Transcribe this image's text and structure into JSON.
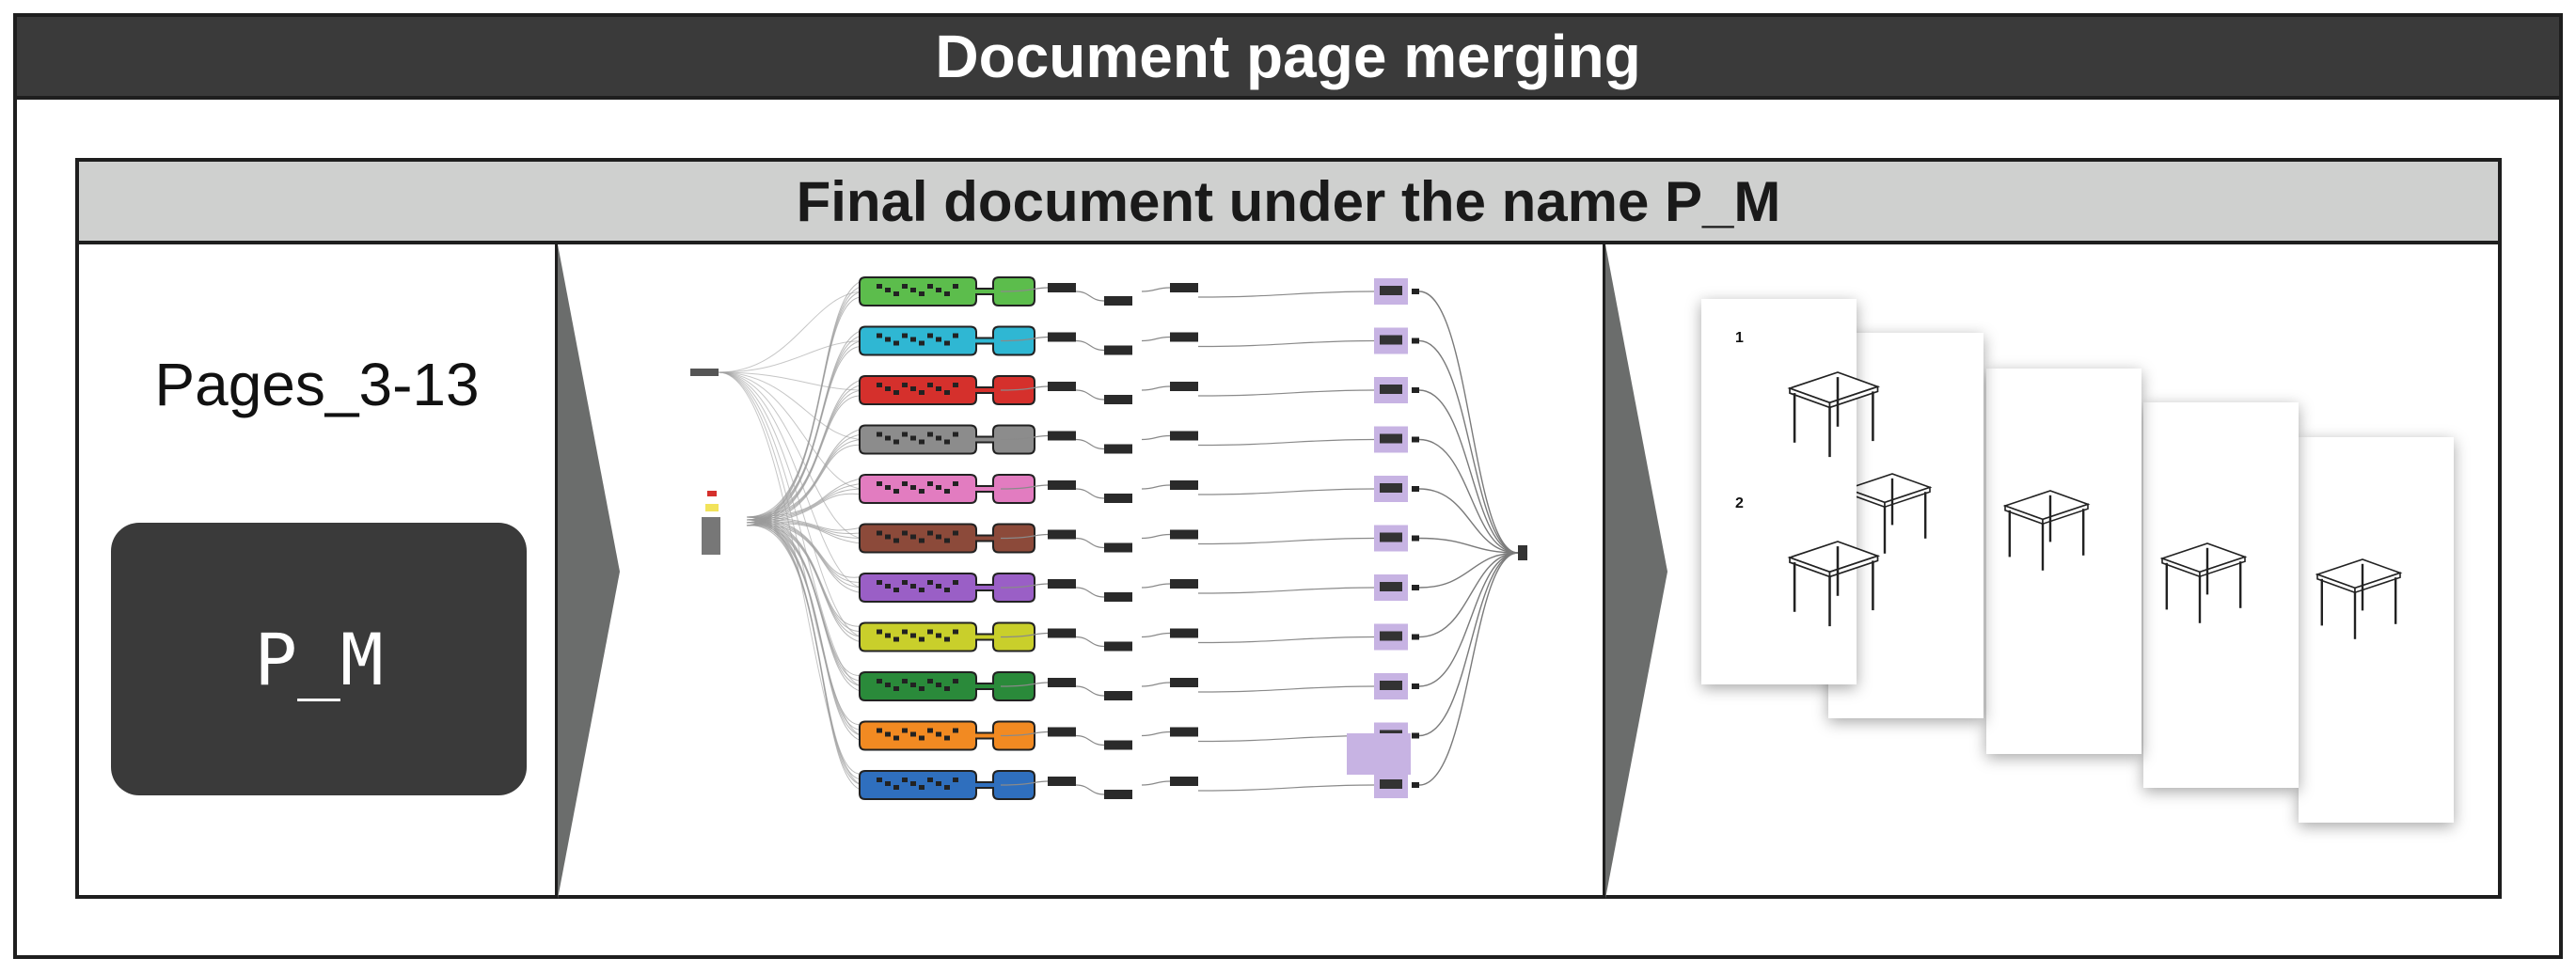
{
  "header": {
    "title": "Document page merging"
  },
  "final_document": {
    "title": "Final document under the name P_M",
    "input_label": "Pages_3-13",
    "output_name": "P_M"
  },
  "graph": {
    "group_colors": [
      "#5cbd4c",
      "#2fb7d3",
      "#d5302c",
      "#8c8c8c",
      "#e27cc0",
      "#8c4a3a",
      "#9a5fc6",
      "#c9cf2b",
      "#2a8a3a",
      "#f28a22",
      "#2f6fbe"
    ],
    "highlight_color": "#c7b3e3"
  },
  "pages_preview": {
    "page_numbers": [
      "1",
      "2"
    ]
  }
}
